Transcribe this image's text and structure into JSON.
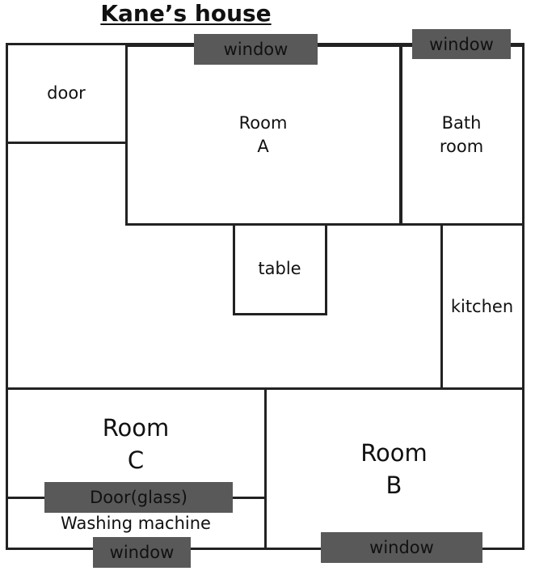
{
  "title": "Kane’s house",
  "rooms": {
    "door": "door",
    "room_a": [
      "Room",
      "A"
    ],
    "bathroom": [
      "Bath",
      "room"
    ],
    "table": "table",
    "kitchen": "kitchen",
    "room_c": [
      "Room",
      "C"
    ],
    "room_b": [
      "Room",
      "B"
    ],
    "door_glass": "Door(glass)",
    "washing_machine": "Washing machine"
  },
  "windows": {
    "top_room_a": "window",
    "top_bathroom": "window",
    "bottom_left": "window",
    "bottom_right": "window"
  },
  "colors": {
    "wall": "#222222",
    "window_fill": "#595959"
  }
}
